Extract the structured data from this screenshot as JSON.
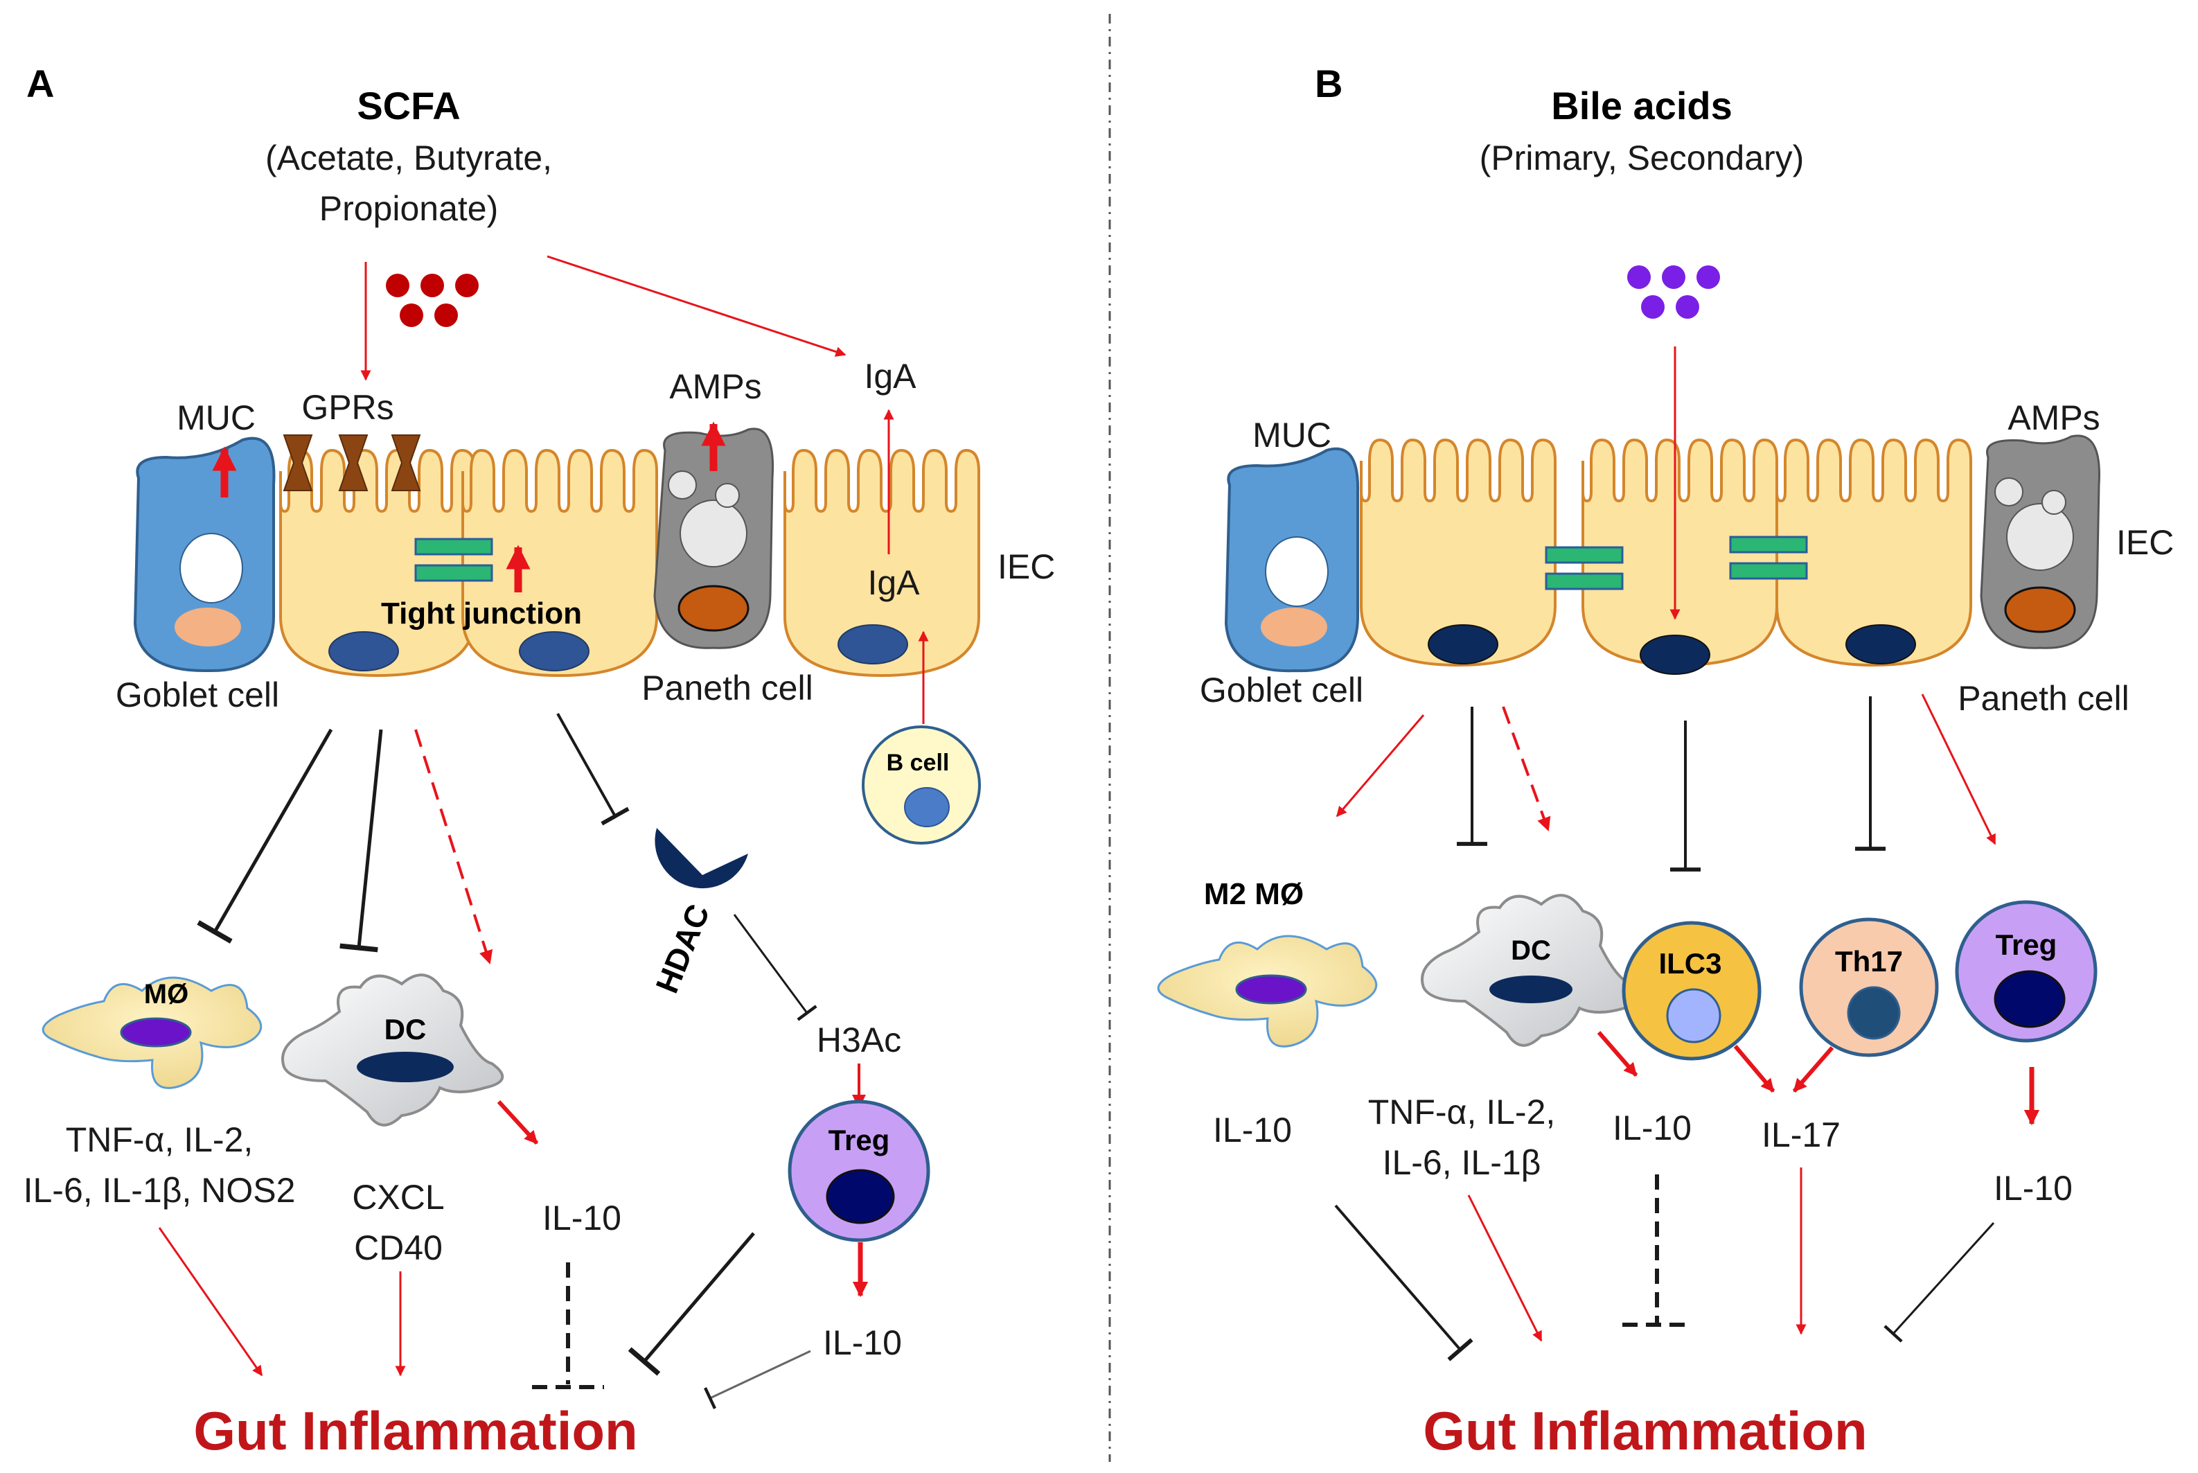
{
  "panel_a": {
    "letter": "A",
    "title": "SCFA",
    "subtitle_1": "(Acetate, Butyrate,",
    "subtitle_2": "Propionate)",
    "muc": "MUC",
    "gprs": "GPRs",
    "amps": "AMPs",
    "iga_top": "IgA",
    "iga_inner": "IgA",
    "iec": "IEC",
    "tight_junction": "Tight junction",
    "goblet_cell": "Goblet cell",
    "paneth_cell": "Paneth cell",
    "b_cell": "B cell",
    "hdac": "HDAC",
    "h3ac": "H3Ac",
    "treg": "Treg",
    "macrophage": "MØ",
    "dc": "DC",
    "mo_cytokines_1": "TNF-α, IL-2,",
    "mo_cytokines_2": "IL-6, IL-1β, NOS2",
    "dc_out_1": "CXCL",
    "dc_out_2": "CD40",
    "il10_dc": "IL-10",
    "il10_treg": "IL-10",
    "outcome": "Gut Inflammation"
  },
  "panel_b": {
    "letter": "B",
    "title": "Bile acids",
    "subtitle": "(Primary, Secondary)",
    "muc": "MUC",
    "amps": "AMPs",
    "iec": "IEC",
    "goblet_cell": "Goblet cell",
    "paneth_cell": "Paneth cell",
    "m2": "M2 MØ",
    "dc": "DC",
    "ilc3": "ILC3",
    "th17": "Th17",
    "treg": "Treg",
    "il10_m2": "IL-10",
    "dc_cytokines_1": "TNF-α, IL-2,",
    "dc_cytokines_2": "IL-6, IL-1β",
    "il10_dc": "IL-10",
    "il17": "IL-17",
    "il10_treg": "IL-10",
    "outcome": "Gut Inflammation"
  },
  "colors": {
    "activation_arrow": "#e8141b",
    "inhibition": "#1a1a1a",
    "outcome_text": "#c0161a",
    "iec_fill": "#fde3a0",
    "iec_stroke": "#d4862b",
    "goblet_fill": "#5b9bd5",
    "paneth_fill": "#8c8c8c",
    "treg_fill": "#c7a0f5",
    "scfa_dots": "#c00000",
    "bile_dots": "#7a1fe6"
  }
}
